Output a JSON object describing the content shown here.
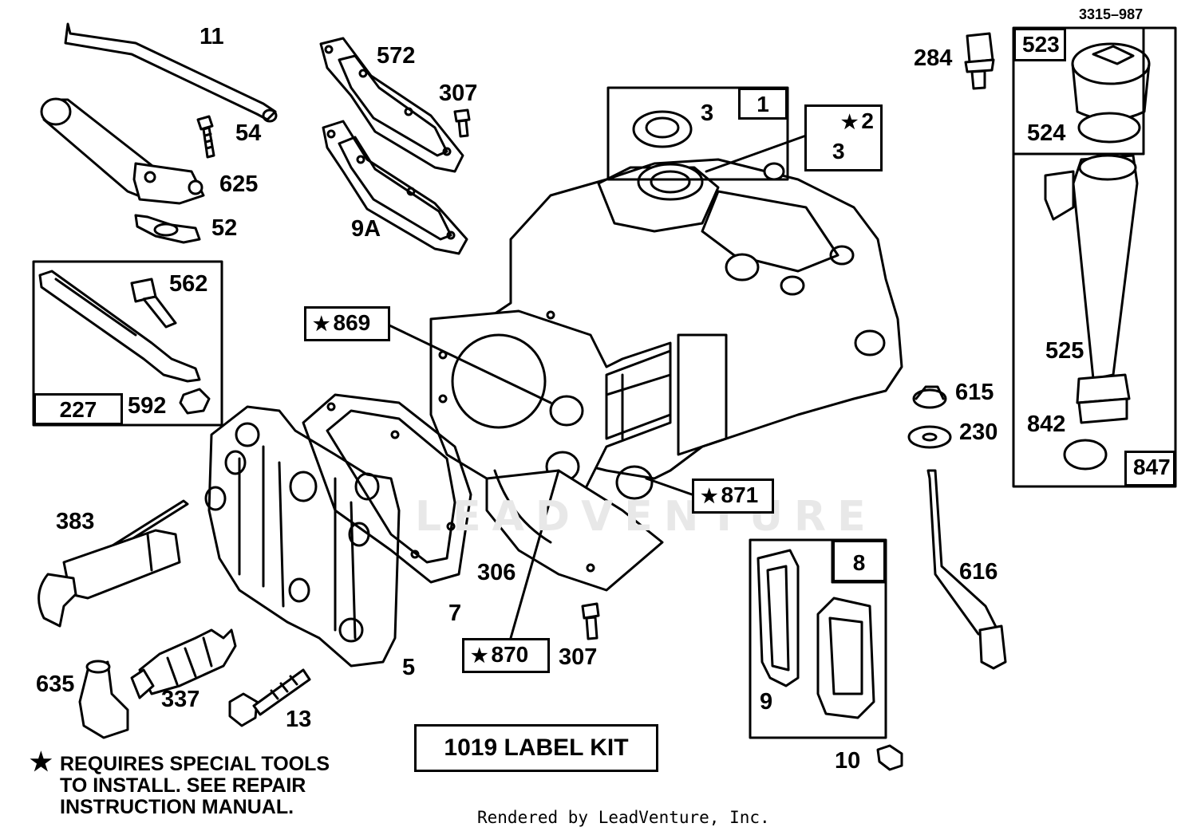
{
  "drawing_code": "3315–987",
  "watermark": "LEADVENTURE",
  "footer": "Rendered by LeadVenture, Inc.",
  "label_kit": "1019 LABEL KIT",
  "note_lines": [
    "REQUIRES SPECIAL TOOLS",
    "TO INSTALL.  SEE REPAIR",
    "INSTRUCTION MANUAL."
  ],
  "callouts": {
    "c11": "11",
    "c54": "54",
    "c625": "625",
    "c52": "52",
    "c572": "572",
    "c307a": "307",
    "c9a": "9A",
    "c3a": "3",
    "c1": "1",
    "c2": "2",
    "c3b": "3",
    "c284": "284",
    "c523": "523",
    "c524": "524",
    "c525": "525",
    "c842": "842",
    "c847": "847",
    "c562": "562",
    "c227": "227",
    "c592": "592",
    "c869": "869",
    "c871": "871",
    "c870": "870",
    "c615": "615",
    "c230": "230",
    "c383": "383",
    "c306": "306",
    "c7": "7",
    "c5": "5",
    "c307b": "307",
    "c616": "616",
    "c8": "8",
    "c9": "9",
    "c10": "10",
    "c635": "635",
    "c337": "337",
    "c13": "13"
  }
}
